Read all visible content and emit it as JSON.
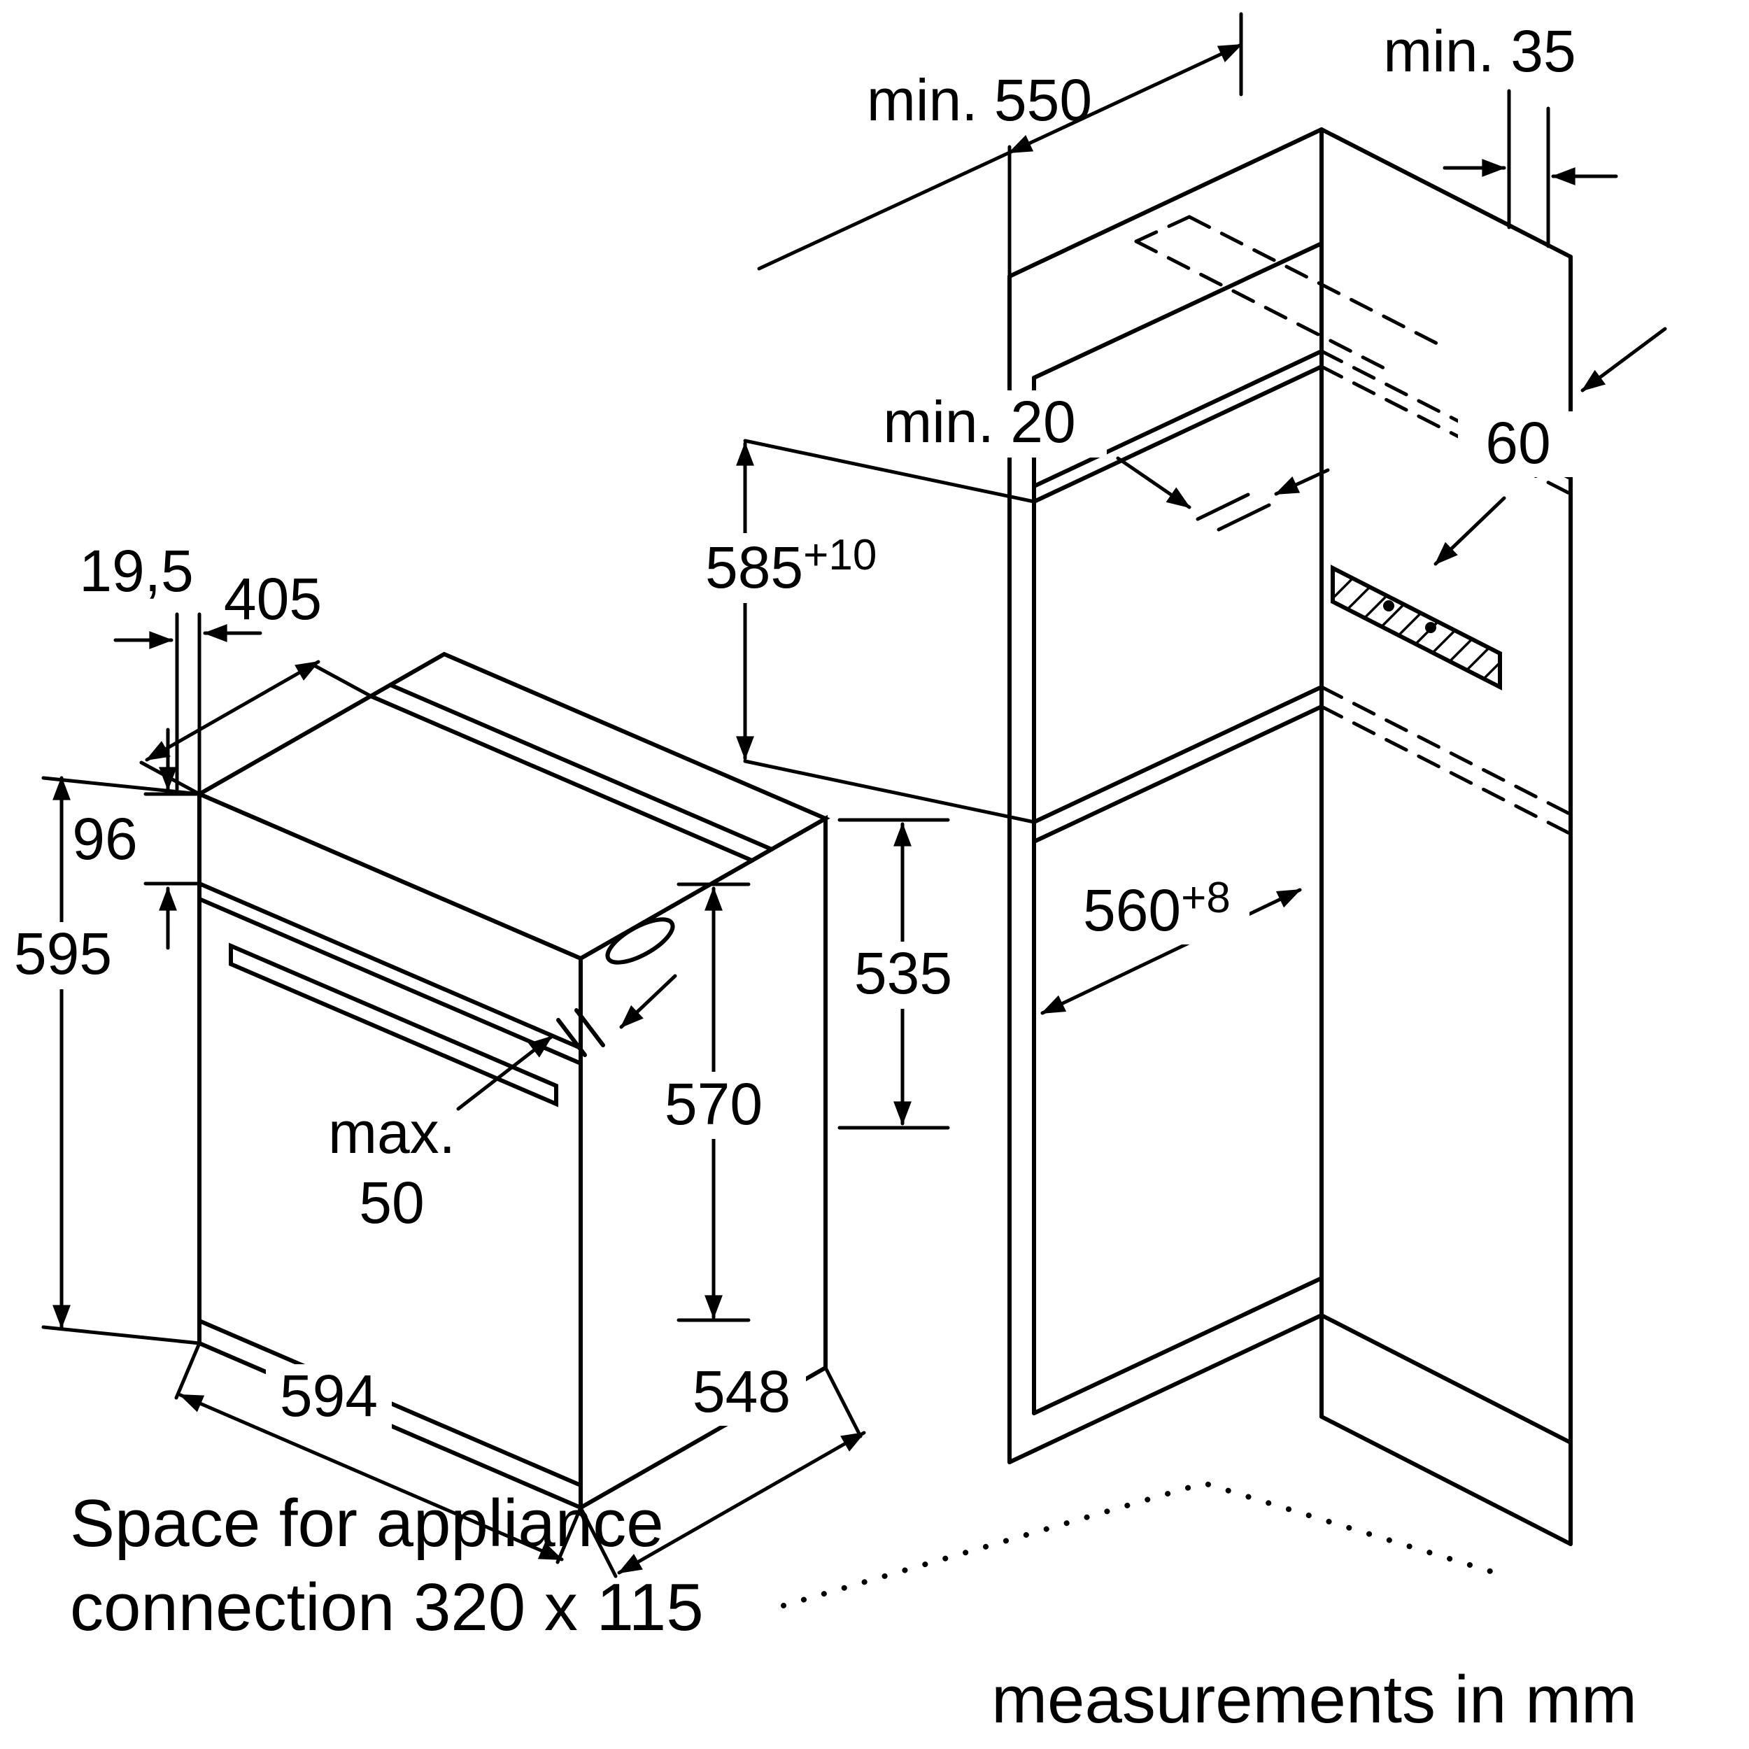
{
  "colors": {
    "line": "#000000",
    "background": "#ffffff"
  },
  "notes": {
    "connection_line1": "Space for appliance",
    "connection_line2": "connection 320 x 115",
    "units": "measurements in mm"
  },
  "oven_dims": {
    "panel_offset": "19,5",
    "top_depth": "405",
    "panel_height": "96",
    "height": "595",
    "handle_max_line1": "max.",
    "handle_max_line2": "50",
    "width": "594",
    "depth": "548",
    "body_height": "570",
    "rear_height": "535"
  },
  "niche_dims": {
    "depth_min": "min. 550",
    "rear_gap_min": "min. 35",
    "height": "585",
    "height_tol": "+10",
    "shelf_gap_min": "min. 20",
    "vent_offset": "60",
    "width": "560",
    "width_tol": "+8"
  }
}
